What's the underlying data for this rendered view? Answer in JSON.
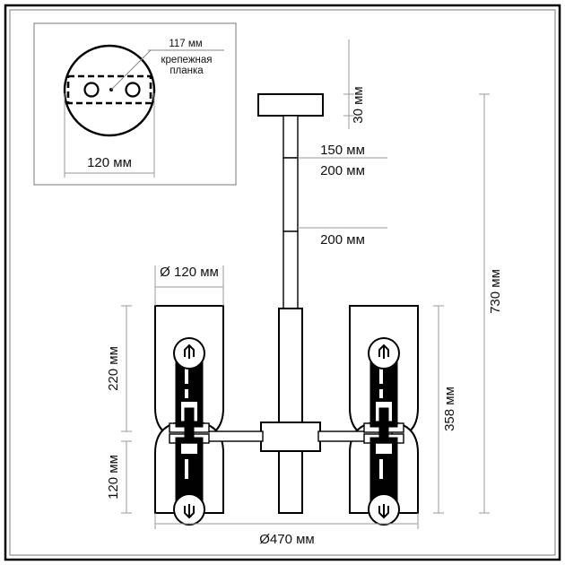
{
  "drawing": {
    "title": "Chandelier technical dimension drawing",
    "units": "мм",
    "line_color": "#000000",
    "dimension_color": "#9a9a9a"
  },
  "inset": {
    "name": "ceiling-mount-detail",
    "bracket_label": "117 мм",
    "bracket_caption_line1": "крепежная",
    "bracket_caption_line2": "планка",
    "diameter_label": "120 мм"
  },
  "dimensions": {
    "canopy_height": "30 мм",
    "rod_segment_1": "150 мм",
    "rod_segment_2": "200 мм",
    "rod_segment_3": "200 мм",
    "shade_diameter": "Ø 120 мм",
    "upper_shade_height": "220 мм",
    "lower_shade_height": "120 мм",
    "fixture_body_height": "358 мм",
    "total_height": "730 мм",
    "overall_diameter": "Ø470 мм"
  },
  "chart_data": {
    "type": "table",
    "title": "Chandelier dimensions",
    "categories": [
      "Ø 120 мм",
      "120 мм",
      "117 мм",
      "30 мм",
      "150 мм",
      "200 мм",
      "200 мм",
      "220 мм",
      "120 мм",
      "358 мм",
      "730 мм",
      "Ø470 мм"
    ],
    "values": [
      120,
      120,
      117,
      30,
      150,
      200,
      200,
      220,
      120,
      358,
      730,
      470
    ],
    "xlabel": "",
    "ylabel": "мм"
  }
}
